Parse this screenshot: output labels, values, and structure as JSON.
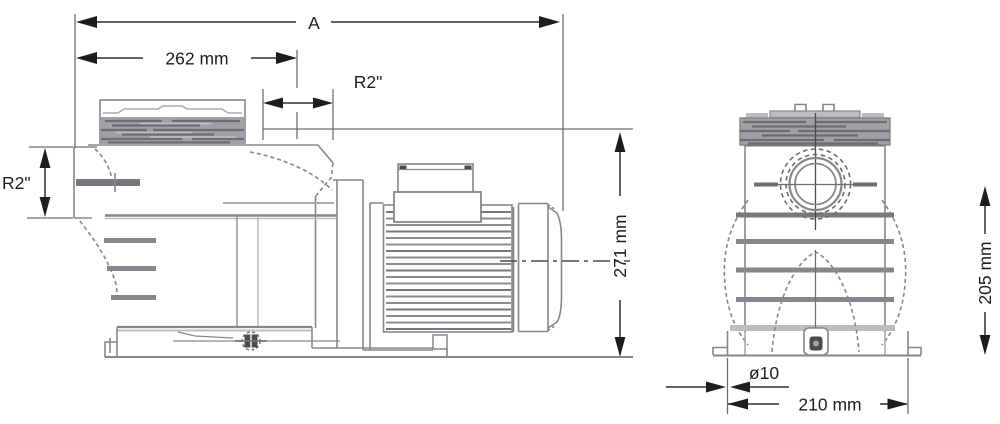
{
  "drawing": {
    "type": "technical dimensional drawing",
    "subject": "centrifugal pool pump — side elevation (left) and front elevation (right)"
  },
  "labels": {
    "overall_length": "A",
    "strainer_length": "262 mm",
    "discharge_port": "R2\"",
    "suction_port": "R2\"",
    "overall_height": "271 mm",
    "overall_width": "205 mm",
    "foot_hole": "ø10",
    "foot_spacing": "210 mm"
  },
  "colors": {
    "outline_gray": "#85878a",
    "light_gray": "#a8aaad",
    "dark_gray": "#6d6e71",
    "hatch_fill": "#9fa1a4",
    "dimension_line": "#2e2e30",
    "text_black": "#1d1d1f",
    "background": "#ffffff"
  }
}
